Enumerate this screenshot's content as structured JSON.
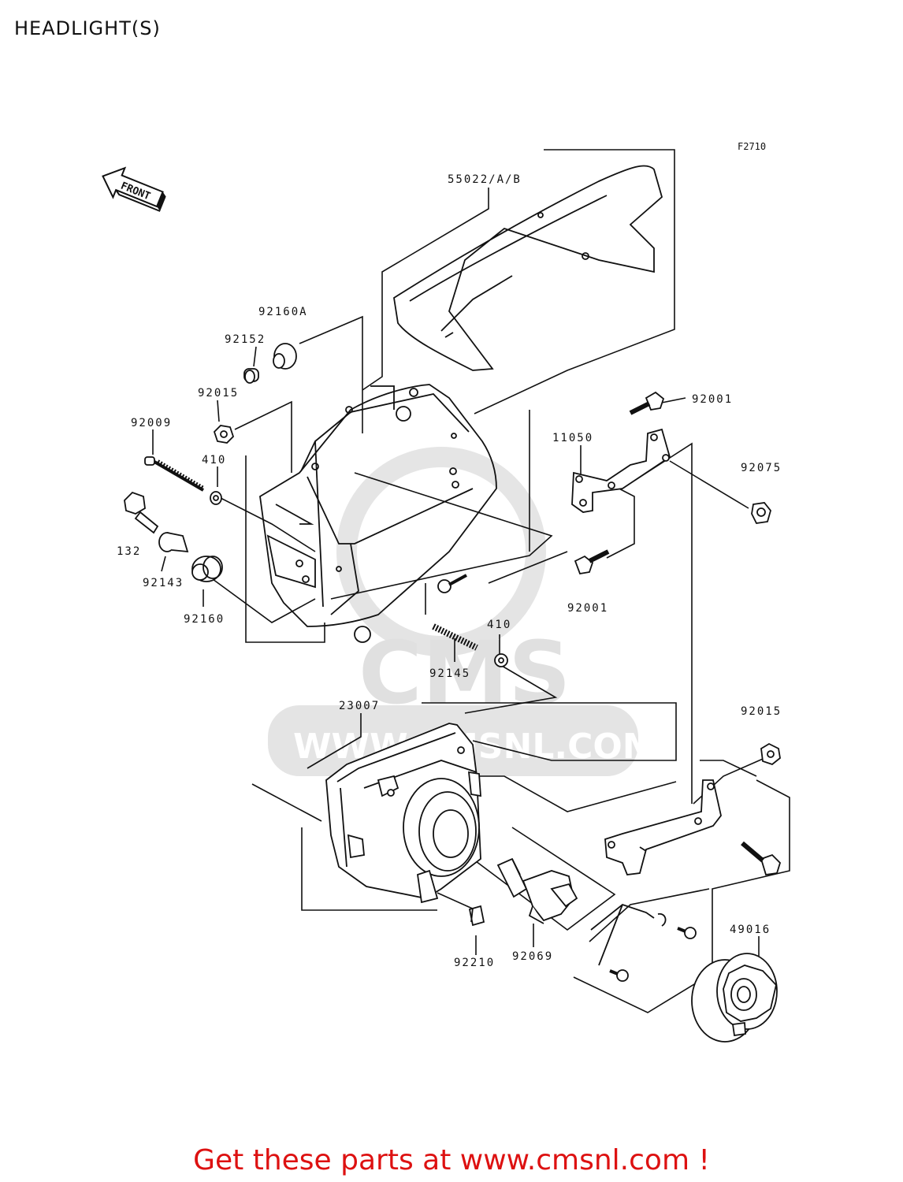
{
  "title": "HEADLIGHT(S)",
  "figure_code": "F2710",
  "front_arrow_label": "FRONT",
  "watermark": {
    "brand": "CMS",
    "url": "WWW.CMSNL.COM"
  },
  "colors": {
    "line": "#111111",
    "watermark": "#cccccc",
    "banner": "#dd1111"
  },
  "part_labels": [
    {
      "id": "55022",
      "text": "55022/A/B"
    },
    {
      "id": "92160A",
      "text": "92160A"
    },
    {
      "id": "92152",
      "text": "92152"
    },
    {
      "id": "92015-top",
      "text": "92015"
    },
    {
      "id": "92009",
      "text": "92009"
    },
    {
      "id": "410-top",
      "text": "410"
    },
    {
      "id": "132",
      "text": "132"
    },
    {
      "id": "92143",
      "text": "92143"
    },
    {
      "id": "92160",
      "text": "92160"
    },
    {
      "id": "92001-top",
      "text": "92001"
    },
    {
      "id": "11050",
      "text": "11050"
    },
    {
      "id": "92075",
      "text": "92075"
    },
    {
      "id": "92001-bottom",
      "text": "92001"
    },
    {
      "id": "410-bottom",
      "text": "410"
    },
    {
      "id": "92145",
      "text": "92145"
    },
    {
      "id": "23007",
      "text": "23007"
    },
    {
      "id": "92015-bottom",
      "text": "92015"
    },
    {
      "id": "49016",
      "text": "49016"
    },
    {
      "id": "92210",
      "text": "92210"
    },
    {
      "id": "92069",
      "text": "92069"
    }
  ],
  "footer": "Get these parts at www.cmsnl.com !"
}
